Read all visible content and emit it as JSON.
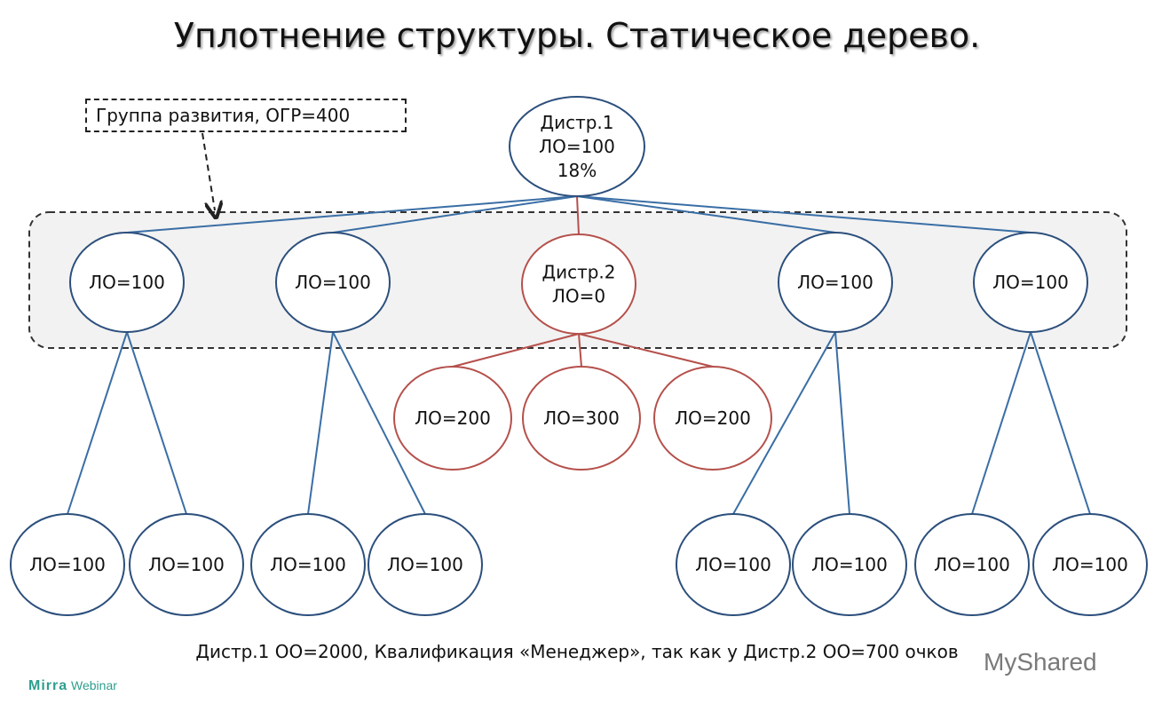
{
  "title": "Уплотнение структуры. Статическое дерево.",
  "group_label": "Группа развития, ОГР=400",
  "caption": "Дистр.1 ОО=2000, Квалификация «Менеджер», так как у Дистр.2 ОО=700 очков",
  "brand_left": {
    "name": "Mirra",
    "suffix": "Webinar"
  },
  "brand_right": "MyShared",
  "colors": {
    "blue": "#3a6ea5",
    "blue_stroke": "#2c4f7c",
    "red": "#b5504b",
    "group_bg": "#f2f2f2"
  },
  "nodes": [
    {
      "id": "root",
      "lines": [
        "Дистр.1",
        "ЛО=100",
        "18%"
      ],
      "color": "blue"
    },
    {
      "id": "l1a",
      "lines": [
        "ЛО=100"
      ],
      "color": "blue"
    },
    {
      "id": "l1b",
      "lines": [
        "ЛО=100"
      ],
      "color": "blue"
    },
    {
      "id": "l1c",
      "lines": [
        "Дистр.2",
        "ЛО=0"
      ],
      "color": "red"
    },
    {
      "id": "l1d",
      "lines": [
        "ЛО=100"
      ],
      "color": "blue"
    },
    {
      "id": "l1e",
      "lines": [
        "ЛО=100"
      ],
      "color": "blue"
    },
    {
      "id": "l2c1",
      "lines": [
        "ЛО=200"
      ],
      "color": "red"
    },
    {
      "id": "l2c2",
      "lines": [
        "ЛО=300"
      ],
      "color": "red"
    },
    {
      "id": "l2c3",
      "lines": [
        "ЛО=200"
      ],
      "color": "red"
    },
    {
      "id": "l3a1",
      "lines": [
        "ЛО=100"
      ],
      "color": "blue"
    },
    {
      "id": "l3a2",
      "lines": [
        "ЛО=100"
      ],
      "color": "blue"
    },
    {
      "id": "l3b1",
      "lines": [
        "ЛО=100"
      ],
      "color": "blue"
    },
    {
      "id": "l3b2",
      "lines": [
        "ЛО=100"
      ],
      "color": "blue"
    },
    {
      "id": "l3d1",
      "lines": [
        "ЛО=100"
      ],
      "color": "blue"
    },
    {
      "id": "l3d2",
      "lines": [
        "ЛО=100"
      ],
      "color": "blue"
    },
    {
      "id": "l3e1",
      "lines": [
        "ЛО=100"
      ],
      "color": "blue"
    },
    {
      "id": "l3e2",
      "lines": [
        "ЛО=100"
      ],
      "color": "blue"
    }
  ],
  "edges": [
    {
      "from": "root",
      "to": "l1a",
      "color": "blue"
    },
    {
      "from": "root",
      "to": "l1b",
      "color": "blue"
    },
    {
      "from": "root",
      "to": "l1c",
      "color": "red"
    },
    {
      "from": "root",
      "to": "l1d",
      "color": "blue"
    },
    {
      "from": "root",
      "to": "l1e",
      "color": "blue"
    },
    {
      "from": "l1a",
      "to": "l3a1",
      "color": "blue"
    },
    {
      "from": "l1a",
      "to": "l3a2",
      "color": "blue"
    },
    {
      "from": "l1b",
      "to": "l3b1",
      "color": "blue"
    },
    {
      "from": "l1b",
      "to": "l3b2",
      "color": "blue"
    },
    {
      "from": "l1c",
      "to": "l2c1",
      "color": "red"
    },
    {
      "from": "l1c",
      "to": "l2c2",
      "color": "red"
    },
    {
      "from": "l1c",
      "to": "l2c3",
      "color": "red"
    },
    {
      "from": "l1d",
      "to": "l3d1",
      "color": "blue"
    },
    {
      "from": "l1d",
      "to": "l3d2",
      "color": "blue"
    },
    {
      "from": "l1e",
      "to": "l3e1",
      "color": "blue"
    },
    {
      "from": "l1e",
      "to": "l3e2",
      "color": "blue"
    }
  ]
}
